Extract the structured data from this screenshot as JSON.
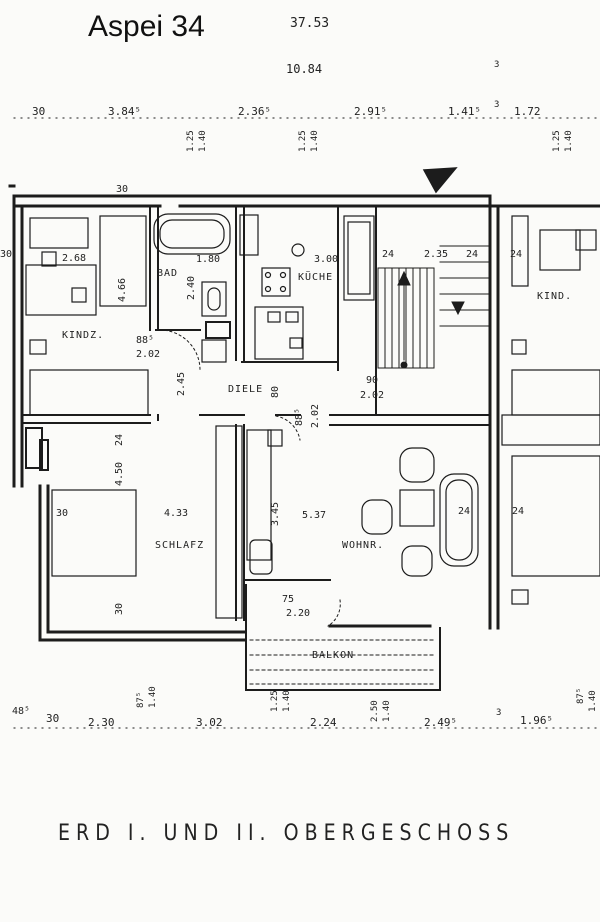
{
  "title": "Aspei 34",
  "caption": "ERD I. UND II. OBERGESCHOSS",
  "rooms": {
    "kindz": "KINDZ.",
    "bad": "BAD",
    "kueche": "KÜCHE",
    "diele": "DIELE",
    "schlafz": "SCHLAFZ",
    "wohnr": "WOHNR.",
    "balkon": "BALKON",
    "kind_right": "KIND."
  },
  "dims": {
    "top_total": "37.53",
    "top_sub": "10.84",
    "top_3a": "3",
    "top_30": "30",
    "top_384": "3.84⁵",
    "top_236": "2.36⁵",
    "top_291": "2.91⁵",
    "top_141": "1.41⁵",
    "top_3b": "3",
    "top_172": "1.72",
    "w_30": "30",
    "kindz_268": "2.68",
    "kindz_466": "4.66",
    "kindz_202": "2.02",
    "kindz_885": "88⁵",
    "bad_180": "1.80",
    "bad_240": "2.40",
    "kueche_300": "3.00",
    "stair_24a": "24",
    "stair_235": "2.35",
    "stair_24b": "24",
    "stair_24c": "24",
    "diele_245": "2.45",
    "diele_80": "80",
    "diele_885": "88⁵",
    "diele_202": "2.02",
    "stair_90": "90",
    "stair_202": "2.02",
    "schlafz_24": "24",
    "schlafz_450": "4.50",
    "schlafz_30": "30",
    "schlafz_433": "4.33",
    "schlafz_30b": "30",
    "wohn_345": "3.45",
    "wohn_537": "5.37",
    "wohn_24": "24",
    "wohn_24b": "24",
    "balkon_75": "75",
    "balkon_220": "2.20",
    "left_30": "30",
    "bot_48": "48⁵",
    "bot_30": "30",
    "bot_230": "2.30",
    "bot_302": "3.02",
    "bot_224": "2.24",
    "bot_249": "2.49⁵",
    "bot_3": "3",
    "bot_196": "1.96⁵",
    "w125a": "1.25",
    "w140a": "1.40",
    "w125b": "1.25",
    "w140b": "1.40",
    "w125c": "1.25",
    "w140c": "1.40",
    "w875a": "87⁵",
    "w140d": "1.40",
    "w125d": "1.25",
    "w140e": "1.40",
    "w250": "2.50",
    "w140f": "1.40",
    "w875b": "87⁵",
    "w140g": "1.40"
  }
}
